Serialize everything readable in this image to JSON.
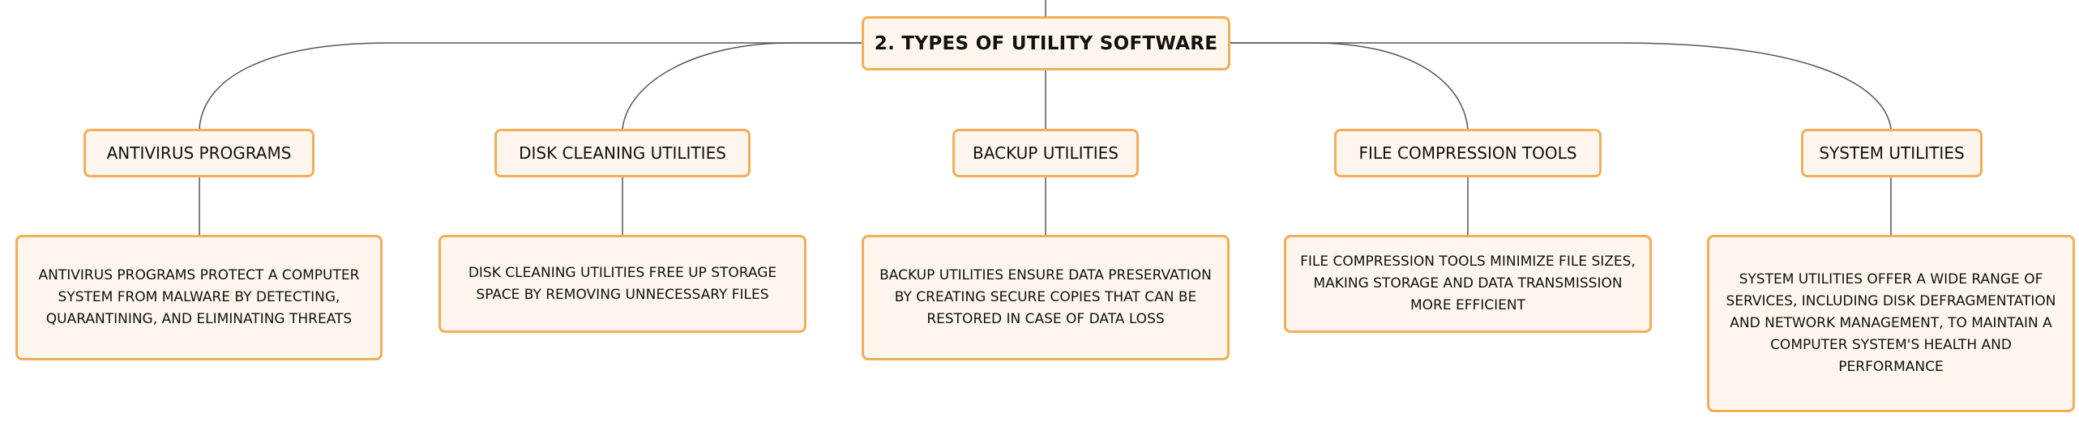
{
  "root": {
    "label": "2. TYPES OF UTILITY SOFTWARE"
  },
  "categories": [
    {
      "label": "ANTIVIRUS PROGRAMS",
      "description": "ANTIVIRUS PROGRAMS PROTECT A COMPUTER SYSTEM FROM MALWARE BY DETECTING, QUARANTINING, AND ELIMINATING THREATS"
    },
    {
      "label": "DISK CLEANING UTILITIES",
      "description": "DISK CLEANING UTILITIES FREE UP STORAGE SPACE BY REMOVING UNNECESSARY FILES"
    },
    {
      "label": "BACKUP UTILITIES",
      "description": "BACKUP UTILITIES ENSURE DATA PRESERVATION BY CREATING SECURE COPIES THAT CAN BE RESTORED IN CASE OF DATA LOSS"
    },
    {
      "label": "FILE COMPRESSION TOOLS",
      "description": "FILE COMPRESSION TOOLS MINIMIZE FILE SIZES, MAKING STORAGE AND DATA TRANSMISSION MORE EFFICIENT"
    },
    {
      "label": "SYSTEM UTILITIES",
      "description": "SYSTEM UTILITIES OFFER A WIDE RANGE OF SERVICES, INCLUDING DISK DEFRAGMENTATION AND NETWORK MANAGEMENT, TO MAINTAIN A COMPUTER SYSTEM'S HEALTH AND PERFORMANCE"
    }
  ],
  "colors": {
    "border": "#f3ae58",
    "fill": "#fef6ec",
    "line": "#555555"
  }
}
